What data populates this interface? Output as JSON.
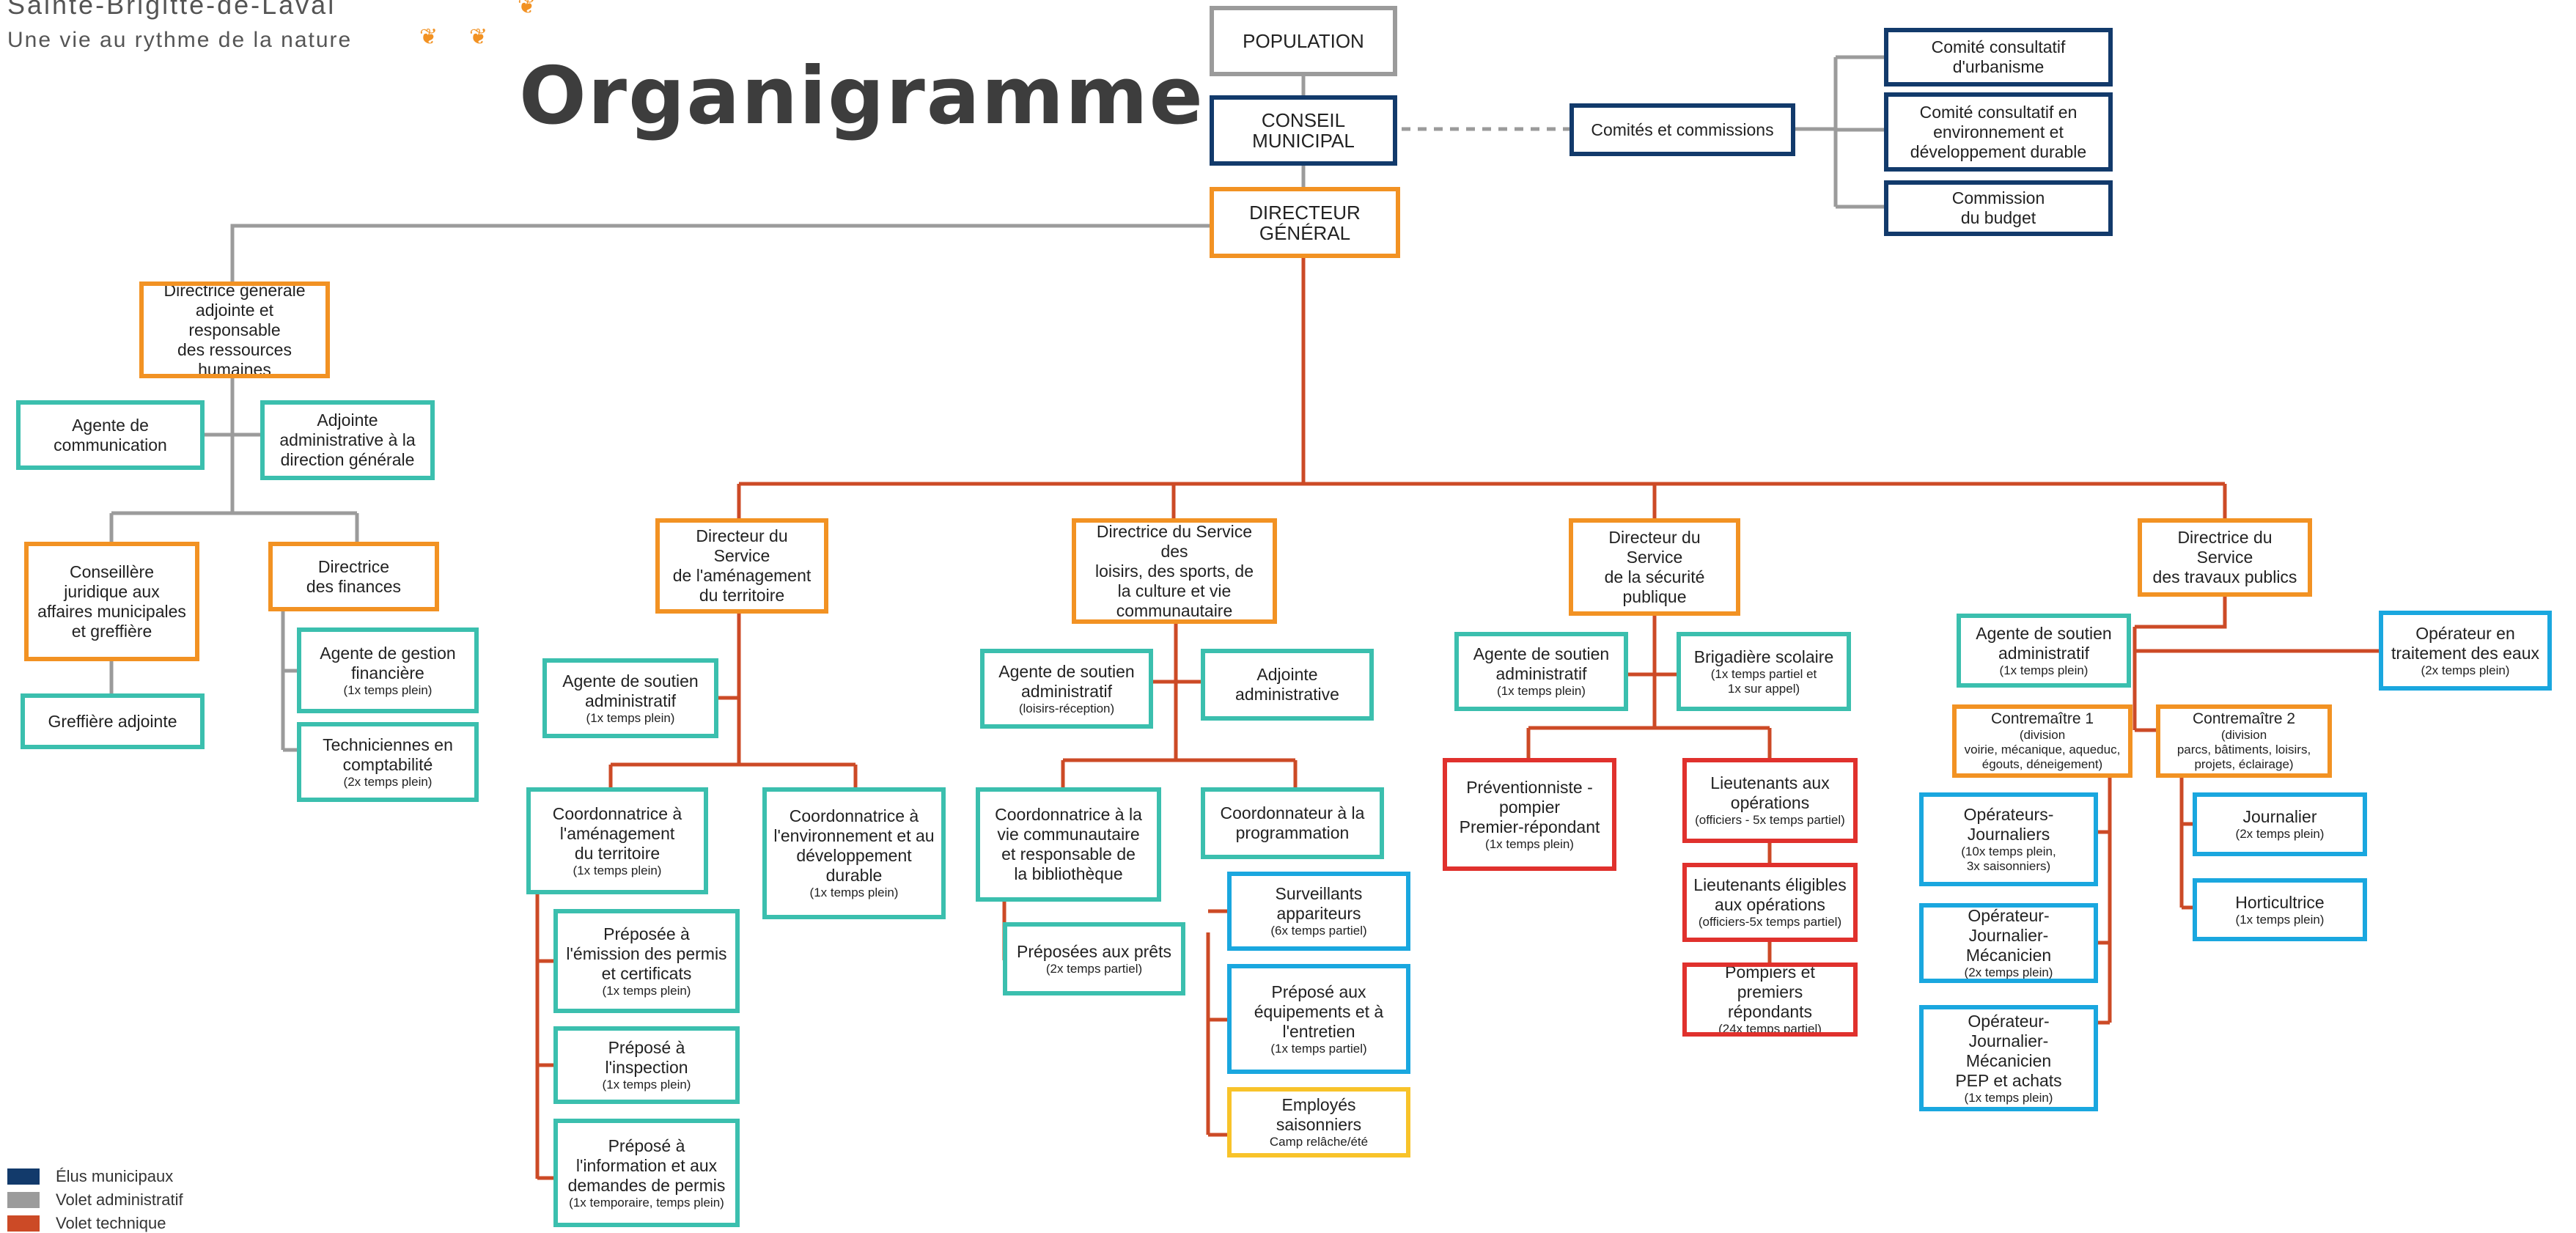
{
  "brand": {
    "name": "Sainte-Brigitte-de-Laval",
    "tagline": "Une vie au rythme de la nature"
  },
  "title": "Organigramme",
  "colors": {
    "navy": "#123a6b",
    "grey": "#9b9b9b",
    "orange_red": "#cc4a26",
    "orange": "#f29223",
    "teal": "#3bbfae",
    "red": "#e0312d",
    "blue": "#1aa7df",
    "yellow": "#f8c32a"
  },
  "legend": [
    {
      "label": "Élus municipaux",
      "color": "#123a6b"
    },
    {
      "label": "Volet administratif",
      "color": "#9b9b9b"
    },
    {
      "label": "Volet technique",
      "color": "#cc4a26"
    }
  ],
  "nodes": {
    "population": {
      "title": "POPULATION"
    },
    "conseil": {
      "title": "CONSEIL\nMUNICIPAL"
    },
    "directeur_general": {
      "title": "DIRECTEUR\nGÉNÉRAL"
    },
    "comites": {
      "title": "Comités et commissions"
    },
    "ccu": {
      "title": "Comité consultatif\nd'urbanisme"
    },
    "ccedd": {
      "title": "Comité consultatif en\nenvironnement et\ndéveloppement durable"
    },
    "budget": {
      "title": "Commission\ndu budget"
    },
    "dga": {
      "title": "Directrice générale\nadjointe et responsable\ndes ressources\nhumaines"
    },
    "agente_comm": {
      "title": "Agente de\ncommunication"
    },
    "adjointe_admin_dg": {
      "title": "Adjointe\nadministrative à la\ndirection générale"
    },
    "conseillere": {
      "title": "Conseillère\njuridique aux\naffaires municipales\net greffière"
    },
    "dir_finances": {
      "title": "Directrice\ndes finances"
    },
    "greffiere": {
      "title": "Greffière adjointe"
    },
    "agente_gestion": {
      "title": "Agente de gestion\nfinancière",
      "sub": "(1x temps plein)"
    },
    "techniciennes": {
      "title": "Techniciennes en\ncomptabilité",
      "sub": "(2x temps plein)"
    },
    "dir_amenagement": {
      "title": "Directeur du Service\nde l'aménagement\ndu territoire"
    },
    "agente_soutien_amen": {
      "title": "Agente de soutien\nadministratif",
      "sub": "(1x temps plein)"
    },
    "coord_amenagement": {
      "title": "Coordonnatrice à\nl'aménagement\ndu territoire",
      "sub": "(1x temps plein)"
    },
    "coord_environnement": {
      "title": "Coordonnatrice à\nl'environnement et au\ndéveloppement\ndurable",
      "sub": "(1x temps plein)"
    },
    "preposee_permis": {
      "title": "Préposée à\nl'émission des permis\net certificats",
      "sub": "(1x temps plein)"
    },
    "prepose_inspection": {
      "title": "Préposé à\nl'inspection",
      "sub": "(1x temps plein)"
    },
    "prepose_information": {
      "title": "Préposé à\nl'information et aux\ndemandes de permis",
      "sub": "(1x temporaire, temps plein)"
    },
    "dir_loisirs": {
      "title": "Directrice du Service des\nloisirs, des sports, de\nla culture et vie\ncommunautaire"
    },
    "agente_soutien_loisirs": {
      "title": "Agente de soutien\nadministratif",
      "sub": "(loisirs-réception)"
    },
    "adjointe_admin_loisirs": {
      "title": "Adjointe\nadministrative"
    },
    "coord_vie": {
      "title": "Coordonnatrice à la\nvie communautaire\net responsable de\nla bibliothèque"
    },
    "coord_prog": {
      "title": "Coordonnateur à la\nprogrammation"
    },
    "preposees_prets": {
      "title": "Préposées aux prêts",
      "sub": "(2x temps partiel)"
    },
    "surveillants": {
      "title": "Surveillants\nappariteurs",
      "sub": "(6x temps partiel)"
    },
    "prepose_equipements": {
      "title": "Préposé aux\néquipements et à\nl'entretien",
      "sub": "(1x temps partiel)"
    },
    "employes_saisonniers": {
      "title": "Employés\nsaisonniers",
      "sub": "Camp relâche/été"
    },
    "dir_securite": {
      "title": "Directeur du Service\nde la sécurité\npublique"
    },
    "agente_soutien_secu": {
      "title": "Agente de soutien\nadministratif",
      "sub": "(1x temps plein)"
    },
    "brigadiere": {
      "title": "Brigadière scolaire",
      "sub": "(1x temps partiel et\n1x sur appel)"
    },
    "preventionniste": {
      "title": "Préventionniste -\npompier\nPremier-répondant",
      "sub": "(1x temps plein)"
    },
    "lieutenants": {
      "title": "Lieutenants aux\nopérations",
      "sub": "(officiers - 5x temps partiel)"
    },
    "lieutenants_eligibles": {
      "title": "Lieutenants éligibles\naux opérations",
      "sub": "(officiers-5x temps partiel)"
    },
    "pompiers": {
      "title": "Pompiers et premiers\nrépondants",
      "sub": "(24x temps partiel)"
    },
    "dir_travaux": {
      "title": "Directrice du Service\ndes travaux publics"
    },
    "agente_soutien_tp": {
      "title": "Agente de soutien\nadministratif",
      "sub": "(1x temps plein)"
    },
    "operateur_eaux": {
      "title": "Opérateur en\ntraitement des eaux",
      "sub": "(2x temps plein)"
    },
    "contremaitre1": {
      "title": "Contremaître 1",
      "sub": "(division\nvoirie, mécanique, aqueduc,\négouts, déneigement)"
    },
    "contremaitre2": {
      "title": "Contremaître 2",
      "sub": "(division\nparcs, bâtiments, loisirs,\nprojets, éclairage)"
    },
    "operateurs_journaliers": {
      "title": "Opérateurs-\nJournaliers",
      "sub": "(10x temps plein,\n3x saisonniers)"
    },
    "op_journalier_meca": {
      "title": "Opérateur-Journalier-\nMécanicien",
      "sub": "(2x temps plein)"
    },
    "op_journalier_pep": {
      "title": "Opérateur-Journalier-\nMécanicien\nPEP et achats",
      "sub": "(1x temps plein)"
    },
    "journalier": {
      "title": "Journalier",
      "sub": "(2x temps plein)"
    },
    "horticultrice": {
      "title": "Horticultrice",
      "sub": "(1x temps plein)"
    }
  }
}
